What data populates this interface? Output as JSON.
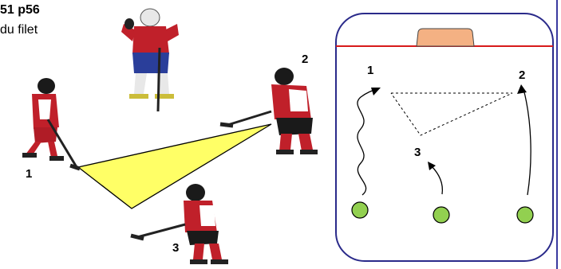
{
  "header": {
    "title": "51 p56",
    "subtitle": "du filet"
  },
  "photo_labels": {
    "player1": "1",
    "player2": "2",
    "player3": "3"
  },
  "rink_labels": {
    "player1": "1",
    "player2": "2",
    "player3": "3"
  },
  "colors": {
    "triangle_fill": "#ffff66",
    "rink_border": "#2a2a8a",
    "goal_line": "#d81b1b",
    "goal": "#f4b183",
    "cone": "#92d050",
    "jersey_red": "#c0202a",
    "jersey_blue": "#2a3e9a"
  }
}
